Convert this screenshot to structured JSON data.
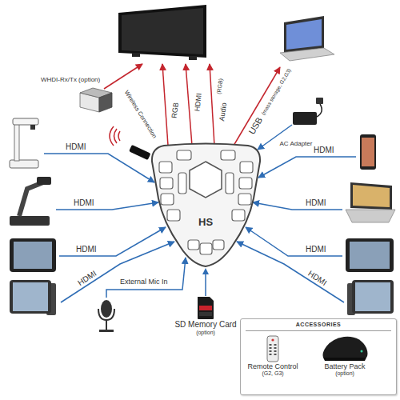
{
  "diagram": {
    "nodes": [
      {
        "text": [
          "HS"
        ]
      },
      {
        "text": [
          "SD Memory Card",
          "(option)"
        ]
      },
      {
        "text": [
          "ACCESSORIES"
        ]
      },
      {
        "text": [
          "Remote Control",
          "(G2, G3)"
        ],
        "in": 2
      },
      {
        "text": [
          "Battery Pack",
          "(option)"
        ],
        "in": 2
      }
    ],
    "edges": [
      {
        "from": 1,
        "to": 0,
        "arrow": "to"
      }
    ],
    "labels": [
      "WHDI-Rx/Tx (option)",
      "Wireless Connection",
      "RGB",
      "HDMI",
      "Audio",
      "(RGB)",
      "USB",
      "(mass storage, G2,G3)",
      "AC Adapter",
      "HDMI",
      "HDMI",
      "HDMI",
      "HDMI",
      "HDMI",
      "HDMI",
      "HDMI",
      "HDMI",
      "External Mic In"
    ]
  }
}
